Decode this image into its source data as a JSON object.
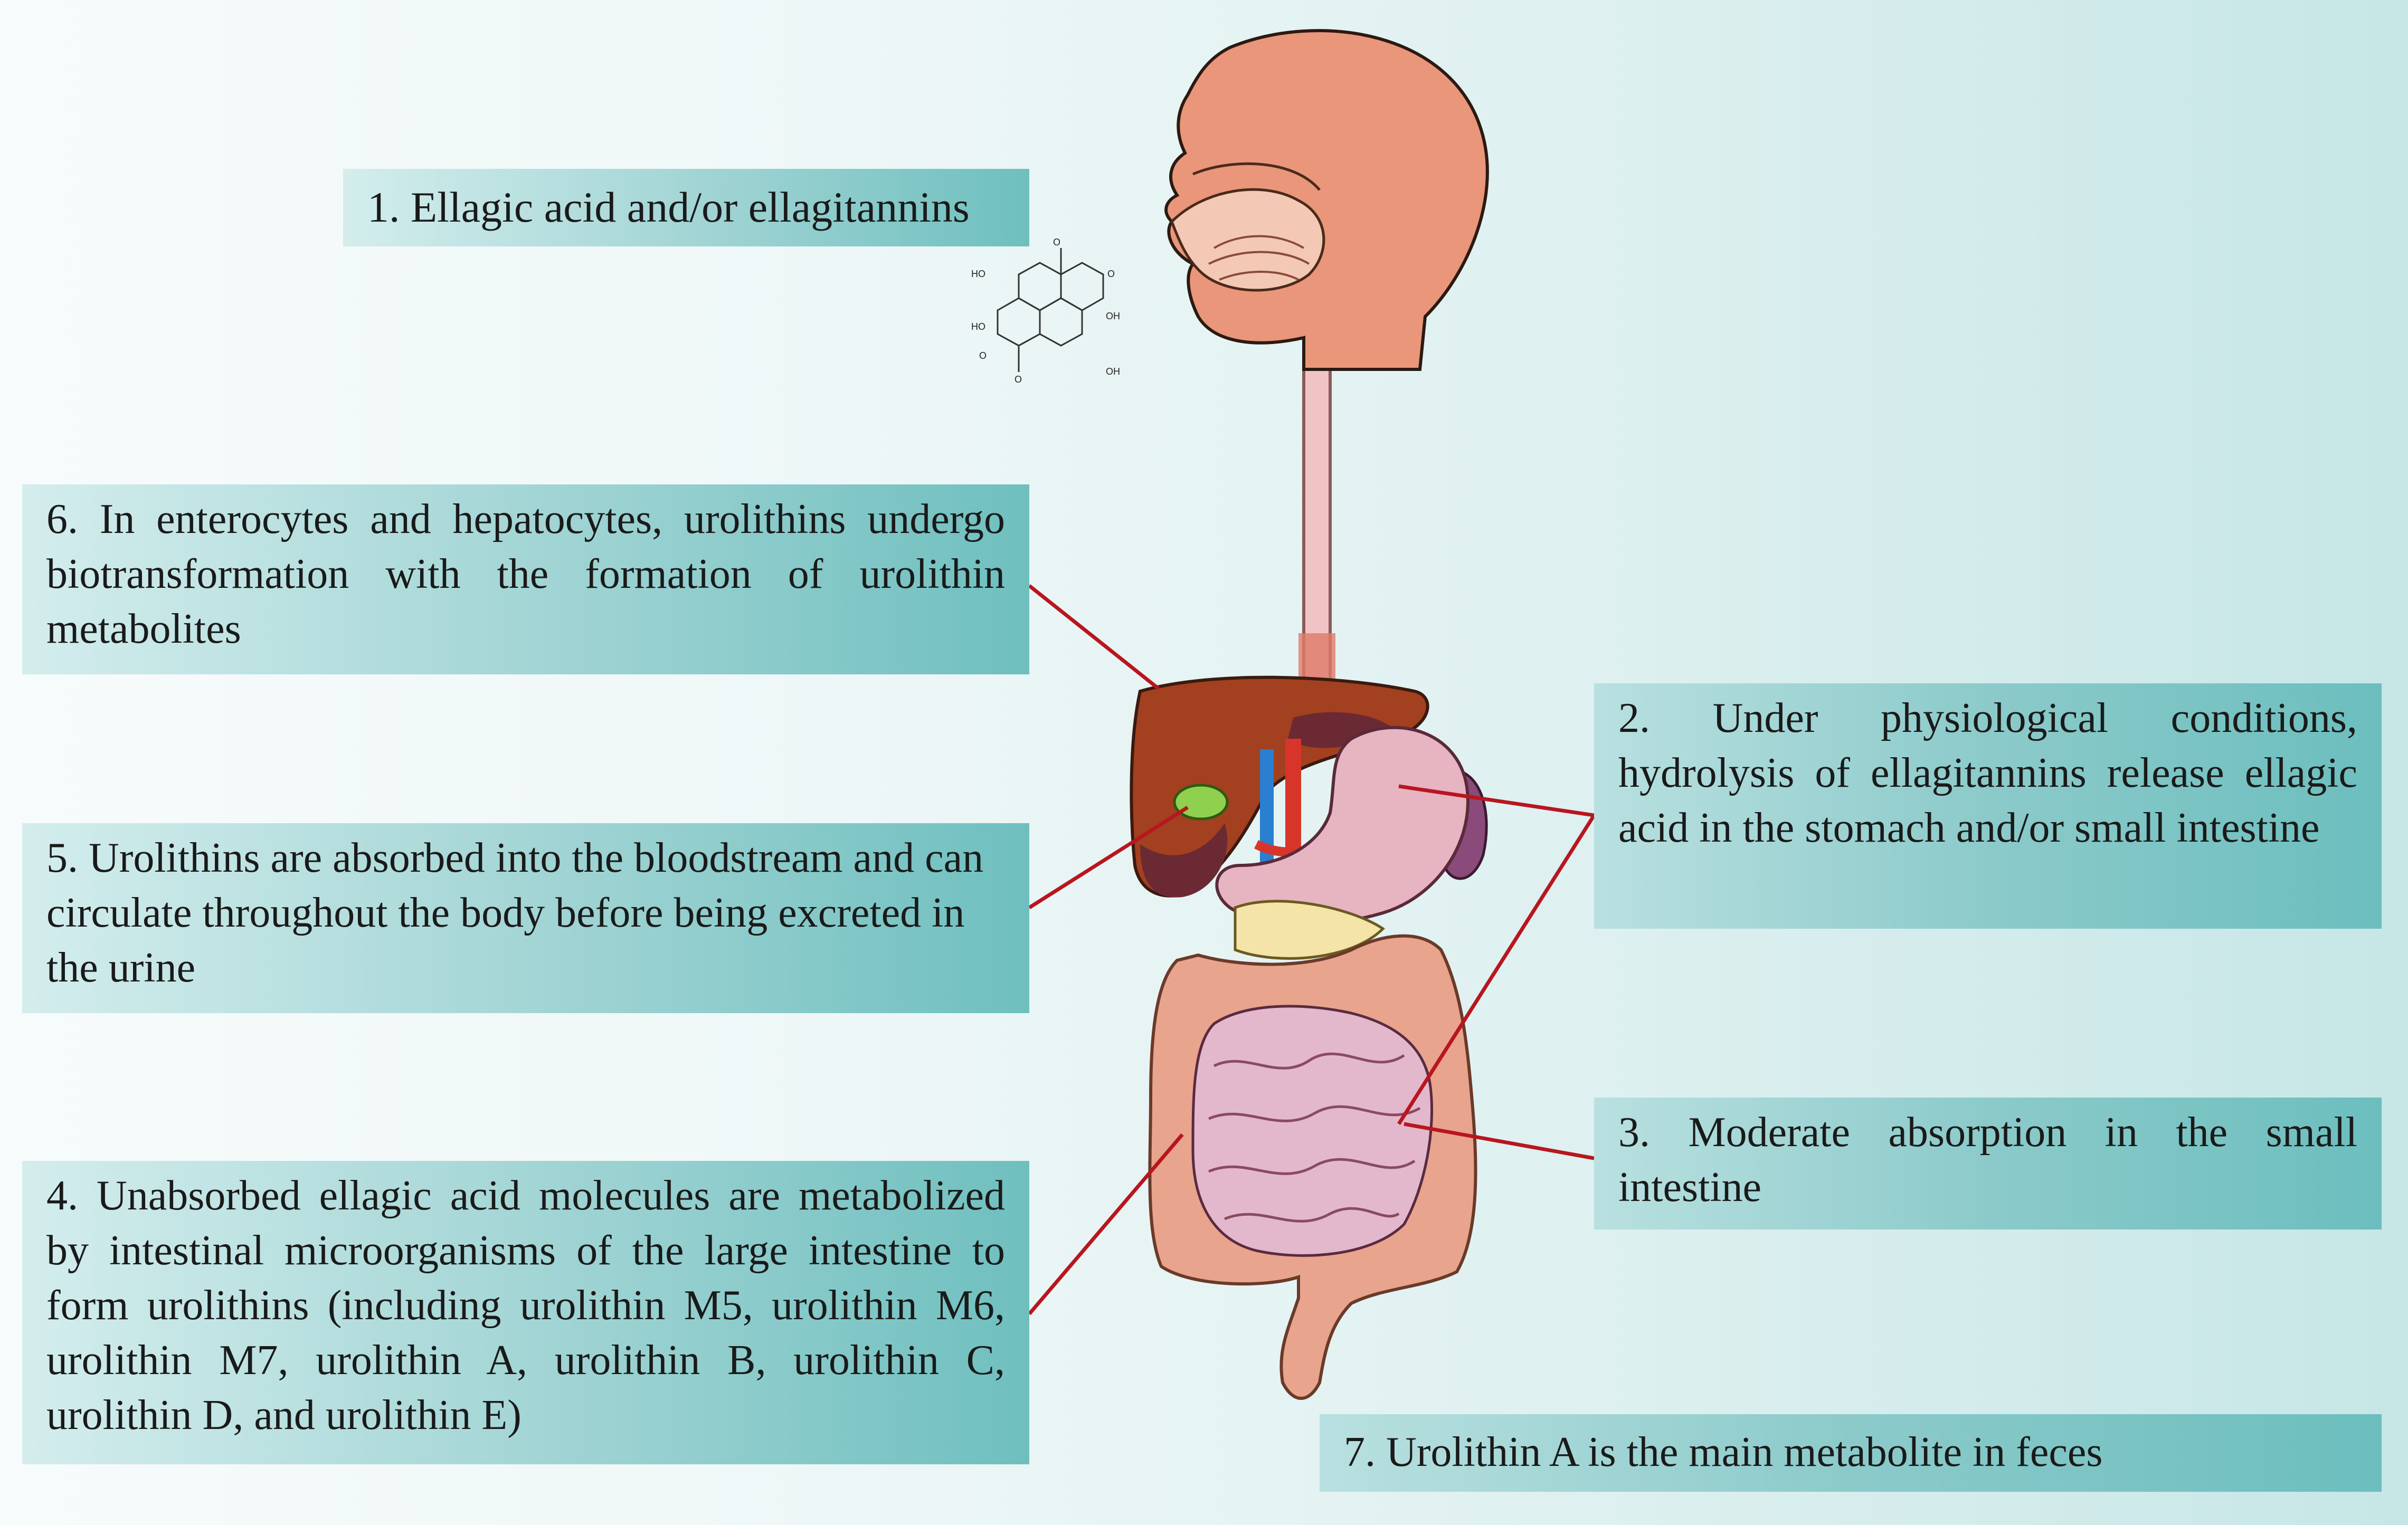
{
  "steps": [
    {
      "n": 1,
      "text": "1. Ellagic acid and/or ellagitannins"
    },
    {
      "n": 2,
      "text": "2. Under physiological conditions, hydrolysis of ellagitannins release ellagic acid in the stomach and/or small intestine"
    },
    {
      "n": 3,
      "text": "3. Moderate absorption in the small intestine"
    },
    {
      "n": 4,
      "text": "4. Unabsorbed ellagic acid molecules are metabolized by intestinal microorganisms of the large intestine to form urolithins (including urolithin M5, urolithin M6, urolithin M7, urolithin A, urolithin B, urolithin C, urolithin D, and urolithin E)"
    },
    {
      "n": 5,
      "text": "5. Urolithins are absorbed into the bloodstream and can circulate throughout the body before being excreted in the urine"
    },
    {
      "n": 6,
      "text": "6. In enterocytes and hepatocytes, urolithins undergo biotransformation with the formation of urolithin metabolites"
    },
    {
      "n": 7,
      "text": "7. Urolithin A is the main metabolite in feces"
    }
  ],
  "molecule": {
    "labels": [
      "HO",
      "HO",
      "OH",
      "OH",
      "O",
      "O",
      "O",
      "O"
    ]
  },
  "colors": {
    "connector": "#b8161f",
    "skin": "#e9967a",
    "liver": "#9b3a22",
    "stomach": "#e7b4c2",
    "intestine": "#e8a48c",
    "small_intestine": "#e3b8cc"
  },
  "icons": [
    "ellagic-acid-structure",
    "human-head-icon",
    "liver-icon",
    "stomach-icon",
    "intestine-icon"
  ]
}
